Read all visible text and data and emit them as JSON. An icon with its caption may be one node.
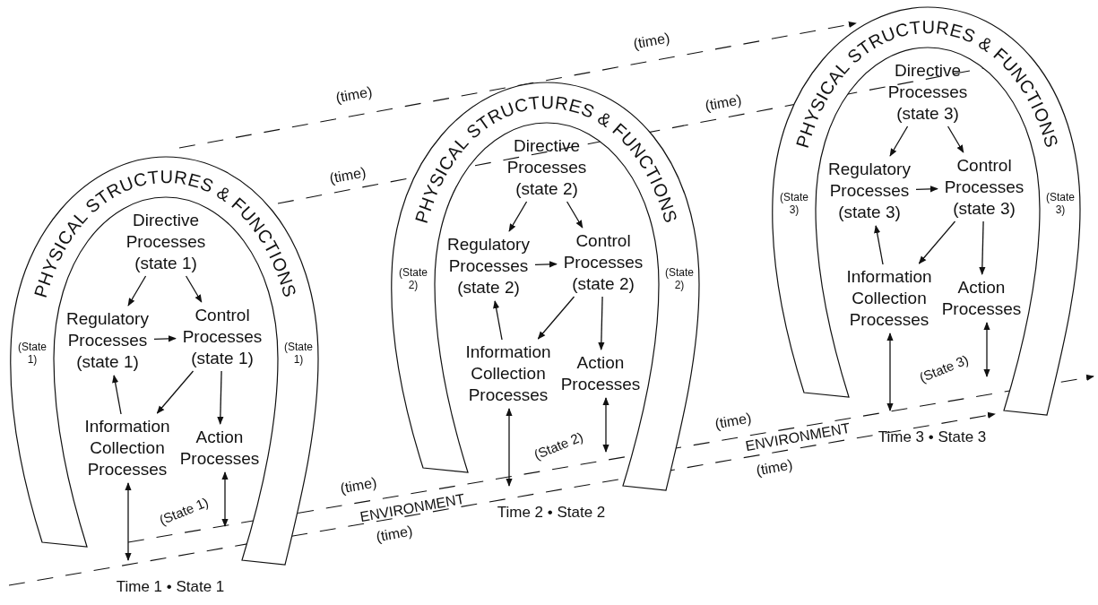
{
  "diagram": {
    "nodes": [
      {
        "text": [
          "PHYSICAL STRUCTURES & FUNCTIONS",
          "(State 1)",
          "(State 1)"
        ],
        "beside": [
          "Time 1 • State 1"
        ]
      },
      {
        "text": [
          "Directive Processes (state 1)"
        ]
      },
      {
        "text": [
          "Regulatory Processes (state 1)"
        ]
      },
      {
        "text": [
          "Control Processes (state 1)"
        ]
      },
      {
        "text": [
          "Information Collection Processes"
        ]
      },
      {
        "text": [
          "Action Processes"
        ]
      },
      {
        "text": [
          "PHYSICAL STRUCTURES & FUNCTIONS",
          "(State 2)",
          "(State 2)"
        ],
        "beside": [
          "Time 2 • State 2"
        ]
      },
      {
        "text": [
          "Directive Processes (state 2)"
        ]
      },
      {
        "text": [
          "Regulatory Processes (state 2)"
        ]
      },
      {
        "text": [
          "Control Processes (state 2)"
        ]
      },
      {
        "text": [
          "Information Collection Processes"
        ]
      },
      {
        "text": [
          "Action Processes"
        ]
      },
      {
        "text": [
          "PHYSICAL STRUCTURES & FUNCTIONS",
          "(State 3)",
          "(State 3)"
        ],
        "beside": [
          "Time 3 • State 3"
        ]
      },
      {
        "text": [
          "Directive Processes (state 3)"
        ]
      },
      {
        "text": [
          "Regulatory Processes (state 3)"
        ]
      },
      {
        "text": [
          "Control Processes (state 3)"
        ]
      },
      {
        "text": [
          "Information Collection Processes"
        ]
      },
      {
        "text": [
          "Action Processes"
        ]
      }
    ],
    "edges": [
      {
        "from": 1,
        "to": 2,
        "arrow": "to"
      },
      {
        "from": 1,
        "to": 3,
        "arrow": "to"
      },
      {
        "from": 2,
        "to": 3,
        "arrow": "to"
      },
      {
        "from": 4,
        "to": 2,
        "arrow": "to"
      },
      {
        "from": 3,
        "to": 4,
        "arrow": "to"
      },
      {
        "from": 3,
        "to": 5,
        "arrow": "to"
      },
      {
        "from": 4,
        "to": 0,
        "arrow": "both"
      },
      {
        "from": 5,
        "to": 0,
        "arrow": "both"
      },
      {
        "from": 7,
        "to": 8,
        "arrow": "to"
      },
      {
        "from": 7,
        "to": 9,
        "arrow": "to"
      },
      {
        "from": 8,
        "to": 9,
        "arrow": "to"
      },
      {
        "from": 10,
        "to": 8,
        "arrow": "to"
      },
      {
        "from": 9,
        "to": 10,
        "arrow": "to"
      },
      {
        "from": 9,
        "to": 11,
        "arrow": "to"
      },
      {
        "from": 10,
        "to": 6,
        "arrow": "both"
      },
      {
        "from": 11,
        "to": 6,
        "arrow": "both"
      },
      {
        "from": 13,
        "to": 14,
        "arrow": "to"
      },
      {
        "from": 13,
        "to": 15,
        "arrow": "to"
      },
      {
        "from": 14,
        "to": 15,
        "arrow": "to"
      },
      {
        "from": 16,
        "to": 14,
        "arrow": "to"
      },
      {
        "from": 15,
        "to": 16,
        "arrow": "to"
      },
      {
        "from": 15,
        "to": 17,
        "arrow": "to"
      },
      {
        "from": 16,
        "to": 12,
        "arrow": "both"
      },
      {
        "from": 17,
        "to": 12,
        "arrow": "both"
      }
    ],
    "labels": [
      "(time)",
      "(time)",
      "(time)",
      "(time)",
      "(State 3)",
      "(time)",
      "ENVIRONMENT",
      "(State 2)",
      "(time)",
      "(time)",
      "ENVIRONMENT",
      "(State 1)",
      "(time)"
    ]
  }
}
